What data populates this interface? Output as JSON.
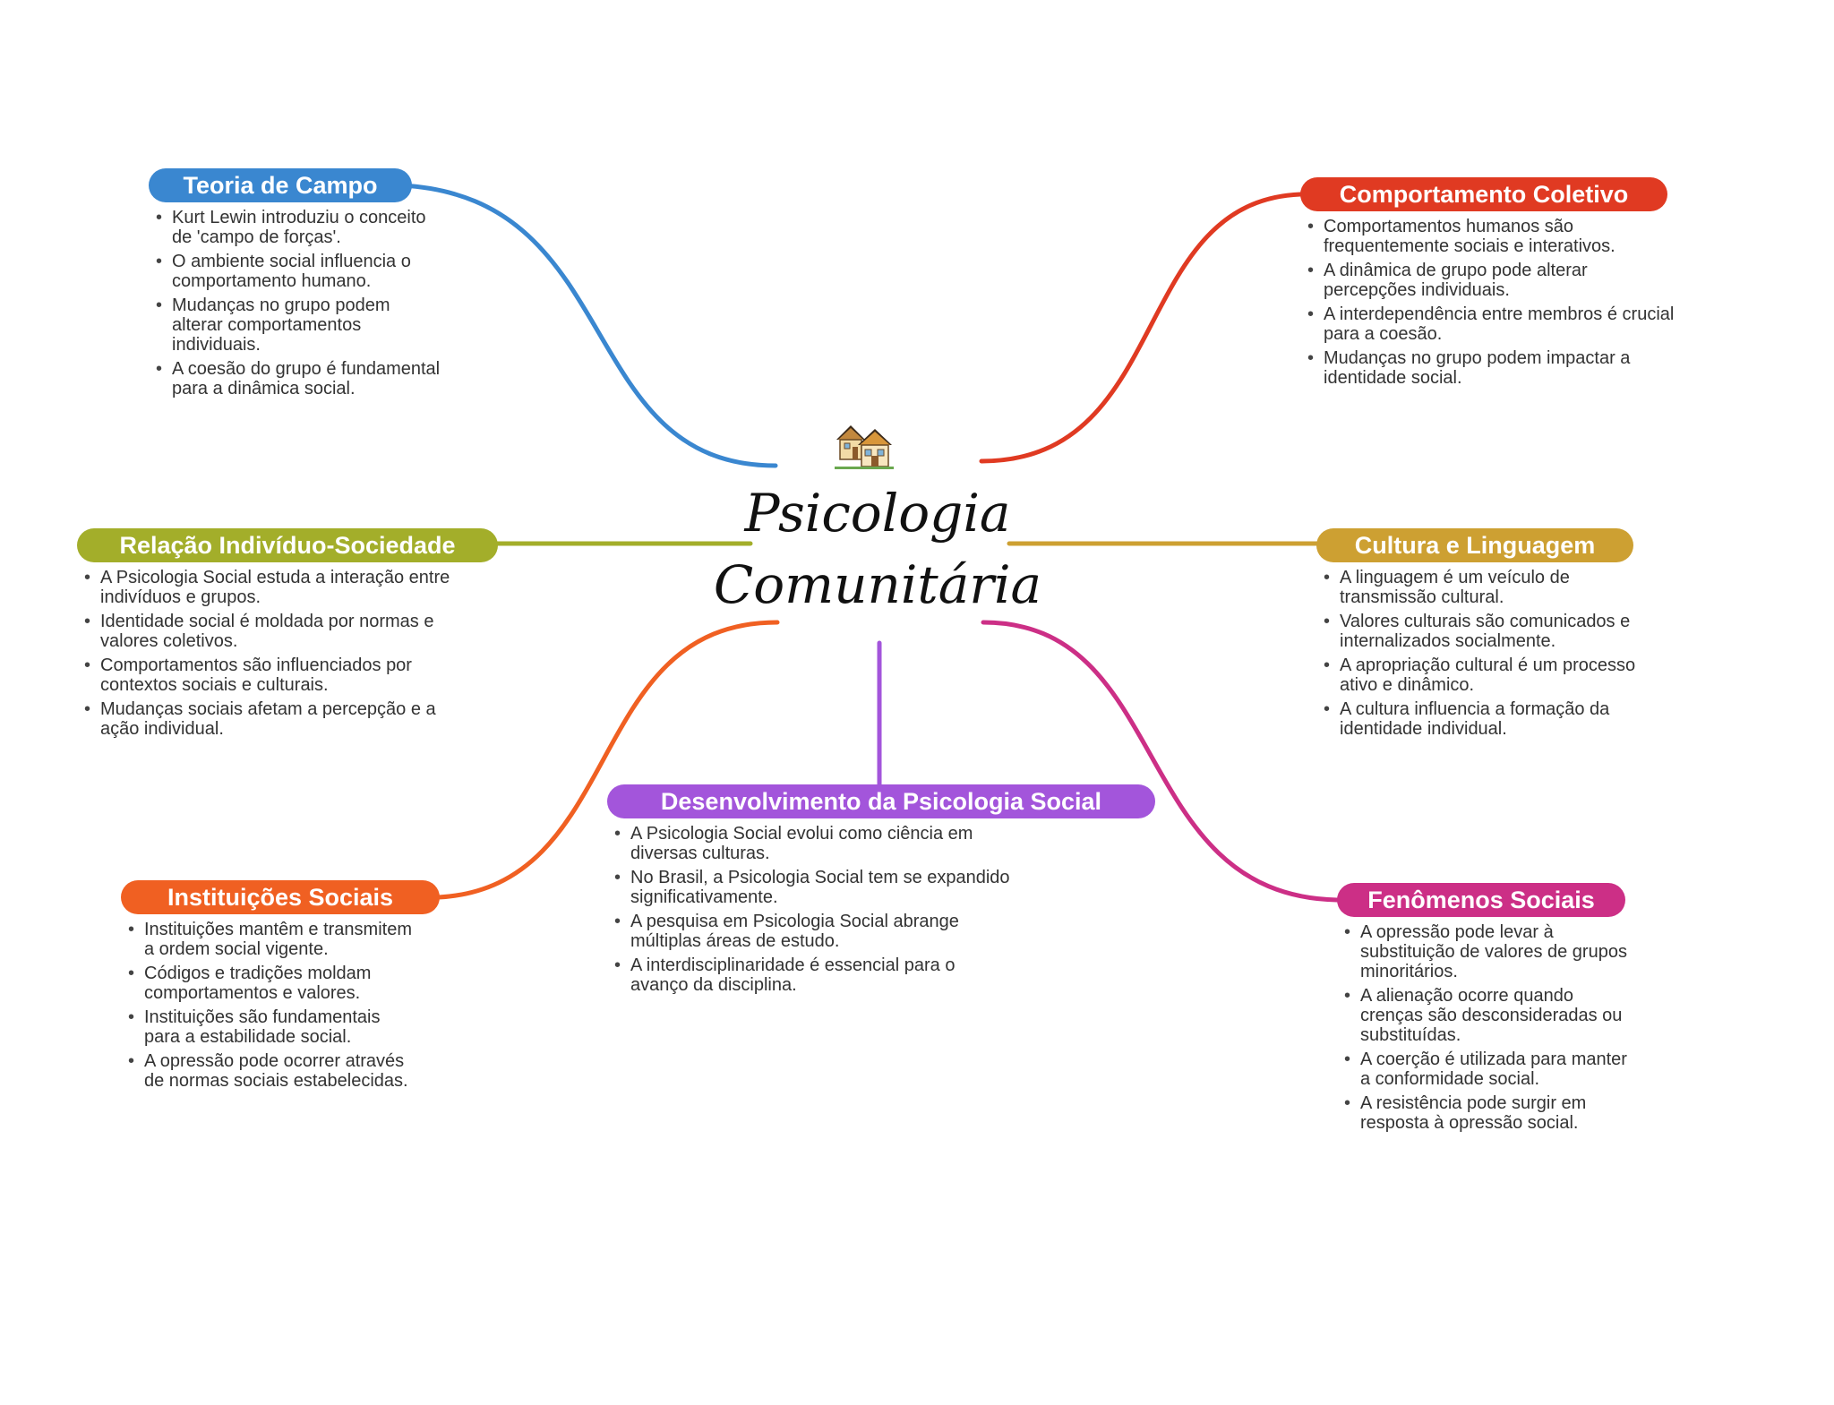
{
  "center": {
    "icon": "houses-icon",
    "title_line1": "Psicologia",
    "title_line2": "Comunitária"
  },
  "branches": [
    {
      "id": "teoria-de-campo",
      "title": "Teoria de Campo",
      "color": "#3A87D0",
      "items": [
        "Kurt Lewin introduziu o conceito de 'campo de forças'.",
        "O ambiente social influencia o comportamento humano.",
        "Mudanças no grupo podem alterar comportamentos individuais.",
        "A coesão do grupo é fundamental para a dinâmica social."
      ]
    },
    {
      "id": "comportamento-coletivo",
      "title": "Comportamento Coletivo",
      "color": "#E03A22",
      "items": [
        "Comportamentos humanos são frequentemente sociais e interativos.",
        "A dinâmica de grupo pode alterar percepções individuais.",
        "A interdependência entre membros é crucial para a coesão.",
        "Mudanças no grupo podem impactar a identidade social."
      ]
    },
    {
      "id": "relacao-individuo-sociedade",
      "title": "Relação Indivíduo-Sociedade",
      "color": "#A3AE2A",
      "items": [
        "A Psicologia Social estuda a interação entre indivíduos e grupos.",
        "Identidade social é moldada por normas e valores coletivos.",
        "Comportamentos são influenciados por contextos sociais e culturais.",
        "Mudanças sociais afetam a percepção e a ação individual."
      ]
    },
    {
      "id": "cultura-e-linguagem",
      "title": "Cultura e Linguagem",
      "color": "#CDA032",
      "items": [
        "A linguagem é um veículo de transmissão cultural.",
        "Valores culturais são comunicados e internalizados socialmente.",
        "A apropriação cultural é um processo ativo e dinâmico.",
        "A cultura influencia a formação da identidade individual."
      ]
    },
    {
      "id": "desenvolvimento-psicologia-social",
      "title": "Desenvolvimento da Psicologia Social",
      "color": "#A355DB",
      "items": [
        "A Psicologia Social evolui como ciência em diversas culturas.",
        "No Brasil, a Psicologia Social tem se expandido significativamente.",
        "A pesquisa em Psicologia Social abrange múltiplas áreas de estudo.",
        "A interdisciplinaridade é essencial para o avanço da disciplina."
      ]
    },
    {
      "id": "instituicoes-sociais",
      "title": "Instituições Sociais",
      "color": "#F06022",
      "items": [
        "Instituições mantêm e transmitem a ordem social vigente.",
        "Códigos e tradições moldam comportamentos e valores.",
        "Instituições são fundamentais para a estabilidade social.",
        "A opressão pode ocorrer através de normas sociais estabelecidas."
      ]
    },
    {
      "id": "fenomenos-sociais",
      "title": "Fenômenos Sociais",
      "color": "#CC2F86",
      "items": [
        "A opressão pode levar à substituição de valores de grupos minoritários.",
        "A alienação ocorre quando crenças são desconsideradas ou substituídas.",
        "A coerção é utilizada para manter a conformidade social.",
        "A resistência pode surgir em resposta à opressão social."
      ]
    }
  ]
}
